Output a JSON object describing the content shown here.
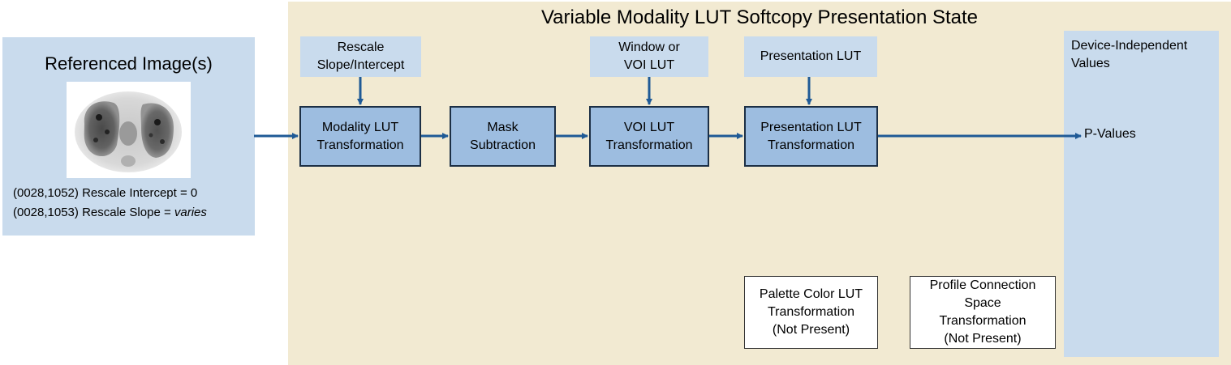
{
  "state": {
    "title": "Variable Modality LUT Softcopy Presentation State"
  },
  "referenced": {
    "title": "Referenced Image(s)",
    "scan_alt": "PET axial slice",
    "line1": "(0028,1052) Rescale Intercept = 0",
    "line2_prefix": "(0028,1053) Rescale Slope = ",
    "line2_value": "varies"
  },
  "params": {
    "rescale_line1": "Rescale",
    "rescale_line2": "Slope/Intercept",
    "window_line1": "Window or",
    "window_line2": "VOI LUT",
    "presentation": "Presentation LUT"
  },
  "steps": {
    "modality_line1": "Modality LUT",
    "modality_line2": "Transformation",
    "mask_line1": "Mask",
    "mask_line2": "Subtraction",
    "voi_line1": "VOI LUT",
    "voi_line2": "Transformation",
    "plut_line1": "Presentation LUT",
    "plut_line2": "Transformation"
  },
  "optional": {
    "palette_line1": "Palette Color LUT",
    "palette_line2": "Transformation",
    "palette_line3": "(Not Present)",
    "pcs_line1": "Profile Connection",
    "pcs_line2": "Space",
    "pcs_line3": "Transformation",
    "pcs_line4": "(Not Present)"
  },
  "output": {
    "title_line1": "Device-Independent",
    "title_line2": "Values",
    "pvalues": "P-Values"
  },
  "colors": {
    "state_bg": "#f2ead2",
    "light_blue": "#c9dbed",
    "box_blue": "#9dbde0",
    "arrow": "#1f5a96"
  }
}
